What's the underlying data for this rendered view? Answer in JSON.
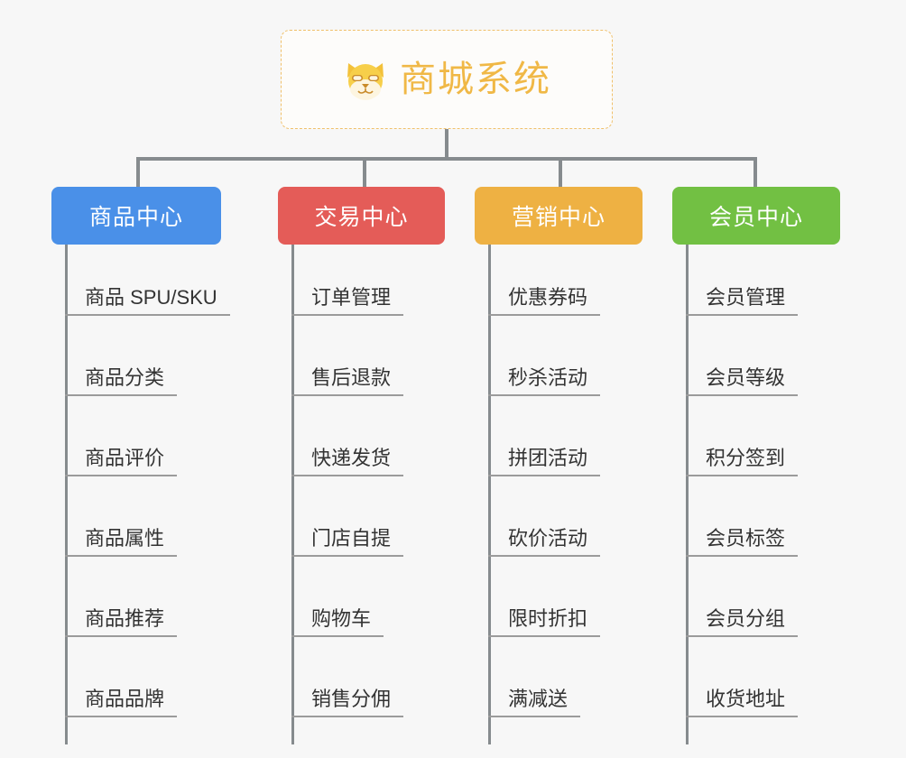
{
  "root": {
    "title": "商城系统",
    "icon": "shiba-dog-emoji",
    "border_color": "#f0c06a",
    "text_color": "#f0b846",
    "background": "#fdfcfa"
  },
  "canvas": {
    "background": "#f7f7f7",
    "connector_color": "#868b8e"
  },
  "branches": [
    {
      "label": "商品中心",
      "color": "#4a90e8",
      "items": [
        "商品 SPU/SKU",
        "商品分类",
        "商品评价",
        "商品属性",
        "商品推荐",
        "商品品牌"
      ]
    },
    {
      "label": "交易中心",
      "color": "#e45c58",
      "items": [
        "订单管理",
        "售后退款",
        "快递发货",
        "门店自提",
        "购物车",
        "销售分佣"
      ]
    },
    {
      "label": "营销中心",
      "color": "#eeb143",
      "items": [
        "优惠券码",
        "秒杀活动",
        "拼团活动",
        "砍价活动",
        "限时折扣",
        "满减送"
      ]
    },
    {
      "label": "会员中心",
      "color": "#72c043",
      "items": [
        "会员管理",
        "会员等级",
        "积分签到",
        "会员标签",
        "会员分组",
        "收货地址"
      ]
    }
  ]
}
